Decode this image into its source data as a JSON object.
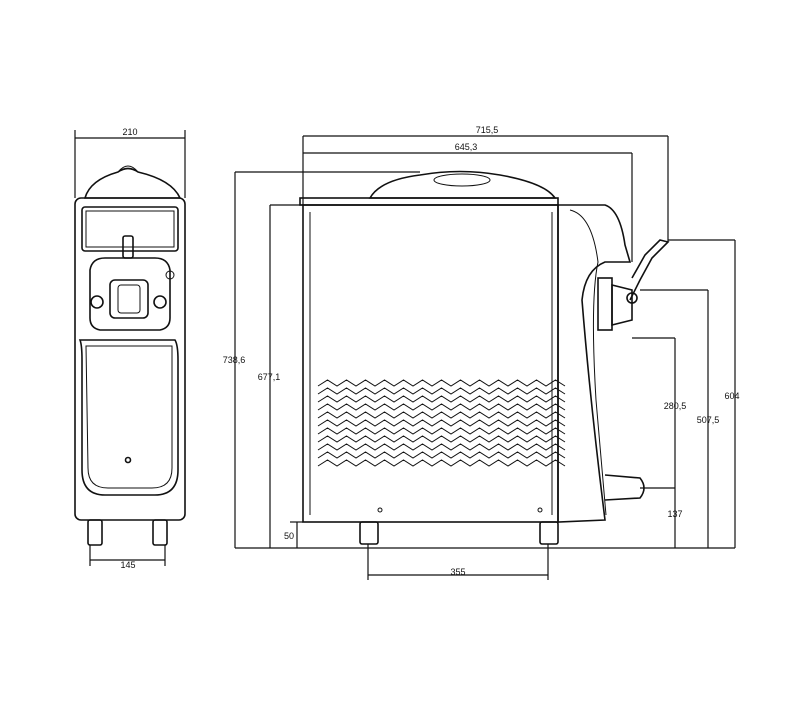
{
  "dimensions": {
    "front_width": "210",
    "front_feet_spacing": "145",
    "side_total_width": "715,5",
    "side_width_to_nozzle": "645,3",
    "total_height": "738,6",
    "body_height": "677,1",
    "foot_height": "50",
    "side_feet_spacing": "355",
    "tray_height": "280,5",
    "nozzle_height": "507,5",
    "handle_height": "604",
    "drip_tray_height": "137"
  }
}
